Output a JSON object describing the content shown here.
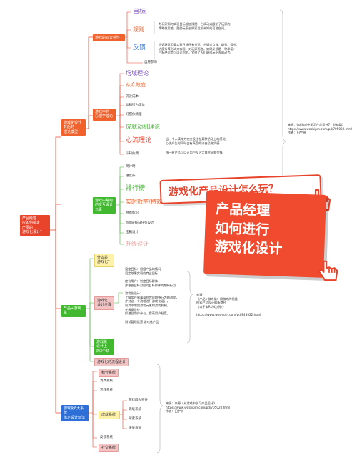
{
  "root": "产品经理\n应如何搞定\n产品的\n游戏化设计？",
  "branch1": {
    "label": "游戏化设计\n背后的\n理论模型",
    "sub1": {
      "label": "游戏的四大特性",
      "items": [
        "目标",
        "规则",
        "反馈",
        "自愿参与"
      ],
      "notes": [
        "为玩家如何实现目标施加限制，它调动或限制了玩家的\n策略性思维，鼓励玩家去探索此前未知的可能空间。",
        "告诉玩家距离实现目标还有多远，它通过点数、级别、得分、\n进度条等形式来实现，对玩家而言，实时反馈是一种承诺：\n目标绝对是可以达到的，它给了人们继续玩下去的动力。"
      ]
    },
    "sub2": {
      "label": "游戏中的\n心理学理论",
      "items": [
        "场域理论",
        "从众效应",
        "沉没成本",
        "认知行为理论",
        "习惯依赖理",
        "成就动机理论",
        "心流理论",
        "认知失调"
      ],
      "notes": [
        "当一个人精神力完全投注在某种活动上的感觉；\n心流产生时同时会有高度的兴奋及充实感",
        "指一致产品可以让用户投入大量时间和金钱。"
      ]
    }
  },
  "branch2": {
    "label": "游戏中常用\n的交互设计\n元素",
    "items": [
      "倒计时",
      "进度条",
      "排行榜",
      "实时数字/特效反馈",
      "特殊标识",
      "签到&每日任务设计",
      "宝箱设计",
      "升级设计"
    ]
  },
  "branch3": {
    "label": "产品+游戏化",
    "items": [
      "什么是\n游戏化？",
      "游戏化\n设计步骤",
      "游戏化\n设计上\n的3个缺",
      "游戏化的流程设计"
    ],
    "steps": "设定目标：根据产品的情况\n设定效果实现的商业目标\n\n定位用户：划定目标群体，\n并根据目标对应对目标群体的期待行为\n\n游戏化设计：\n了解用户出事看到完成期待行为的流程，\n并对这一个流程进行游戏化设计，\n向其中增加游戏元素和游戏机制，\n并根据设计，\n如激励用户参与，提高用户粘度。\n\n测试管理运营 游戏化产品",
    "note": "来源：\n《产品+游戏化：用游戏的思维\n探索产品设计的新路径\n（以手车RUN为例）》\n\nhttps://www.woshipm.com/pd/843922.html"
  },
  "branch4": {
    "label": "游戏化6大系统\n落定设计玩法",
    "items": [
      "积分系统",
      "消费系统",
      "活跃系统",
      "成就系统",
      "反馈系统",
      "社交系统"
    ],
    "sub": [
      "游戏四大特性",
      "等级系统",
      "探索系统",
      "荣誉系统"
    ],
    "note": "来源：来源《从游戏中学习产品设计》\nhttps://www.woshipm.com/pd/705020.html\n作者：田宇洲"
  },
  "source_note": "来源：《从游戏中学习产品设计7：总结篇》\nhttps://www.woshipm.com/pd/705020.html\n作者：田宇洲",
  "card_small": "游戏化产品设计怎么玩？",
  "card_big": "产品经理\n如何进行\n游戏化设计"
}
